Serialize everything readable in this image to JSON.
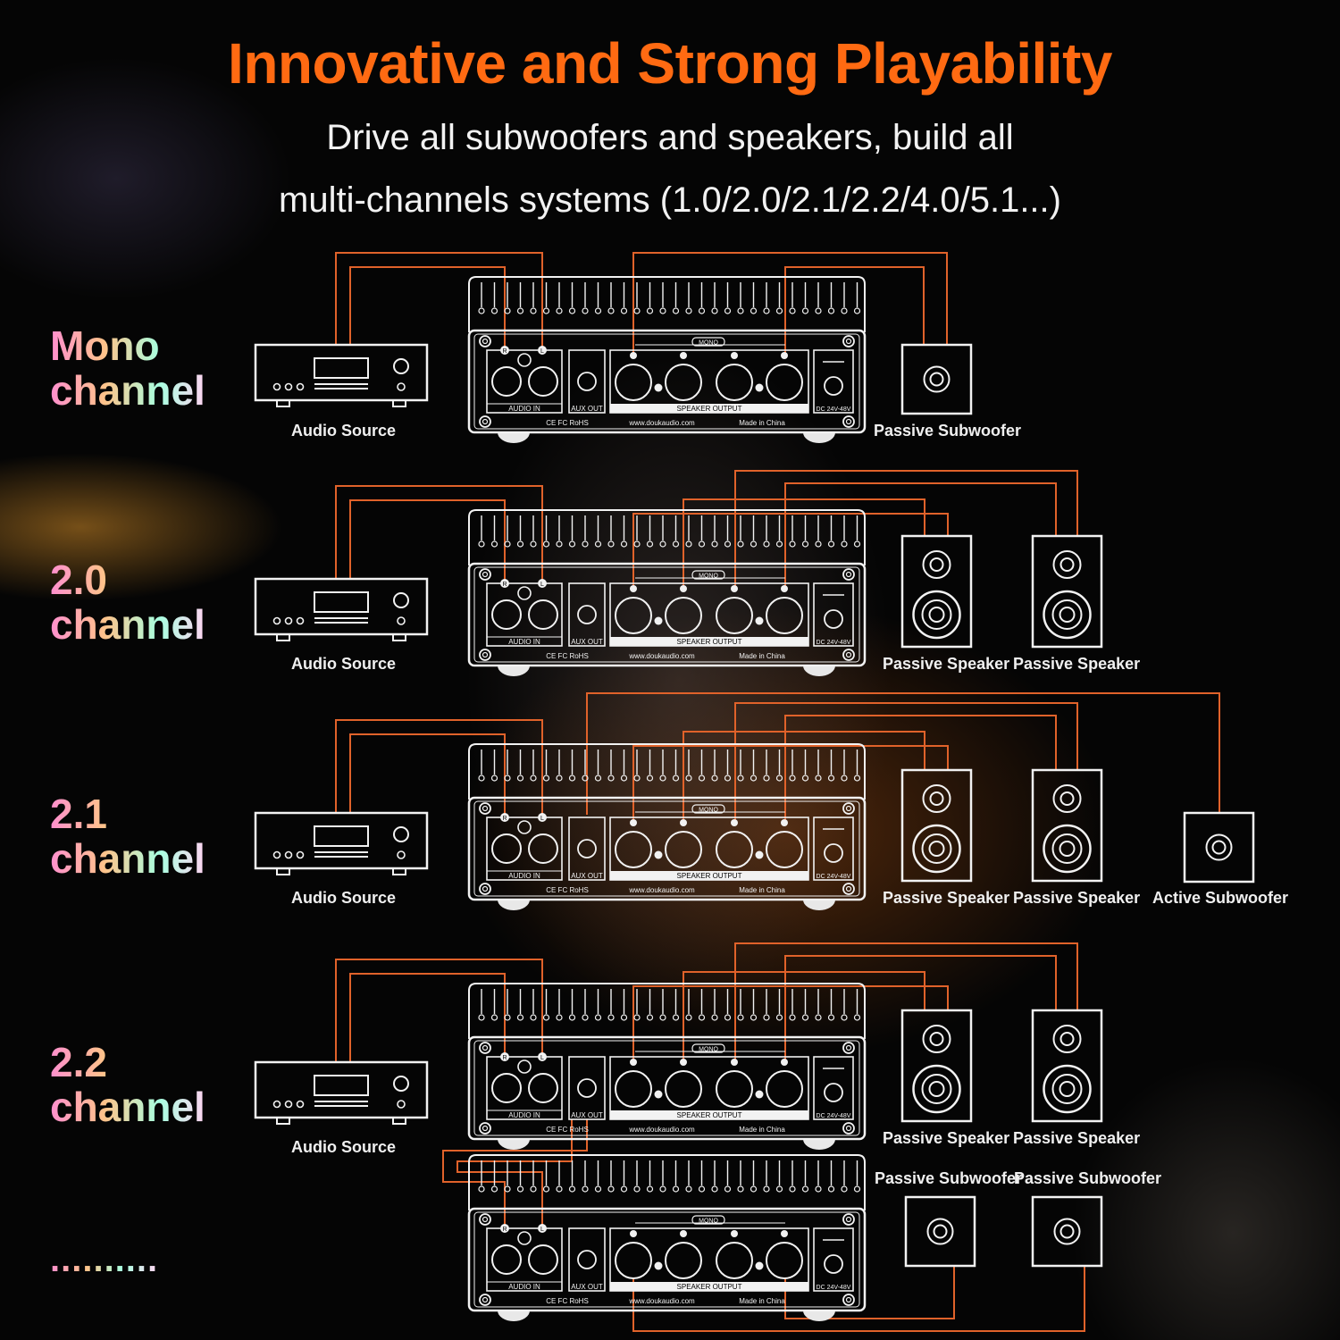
{
  "header": {
    "title": "Innovative and Strong Playability",
    "subtitle_line1": "Drive all subwoofers and speakers, build all",
    "subtitle_line2": "multi-channels systems (1.0/2.0/2.1/2.2/4.0/5.1...)"
  },
  "rows": [
    {
      "label_line1": "Mono",
      "label_line2": "channel"
    },
    {
      "label_line1": "2.0",
      "label_line2": "channel"
    },
    {
      "label_line1": "2.1",
      "label_line2": "channel"
    },
    {
      "label_line1": "2.2",
      "label_line2": "channel"
    }
  ],
  "more_label": "..........",
  "device_labels": {
    "audio_source": "Audio Source",
    "passive_subwoofer": "Passive Subwoofer",
    "passive_speaker": "Passive Speaker",
    "active_subwoofer": "Active Subwoofer"
  },
  "amp_panel": {
    "audio_in": "AUDIO IN",
    "aux_out": "AUX OUT",
    "speaker_output": "SPEAKER OUTPUT",
    "mono": "MONO",
    "dc": "DC 24V-48V",
    "website": "www.doukaudio.com",
    "made_in": "Made in China",
    "cert": "CE FC RoHS",
    "r": "R",
    "l": "L"
  },
  "colors": {
    "accent": "#ff6a12",
    "wire": "#e0622a",
    "line_art": "#f2f2f2"
  }
}
